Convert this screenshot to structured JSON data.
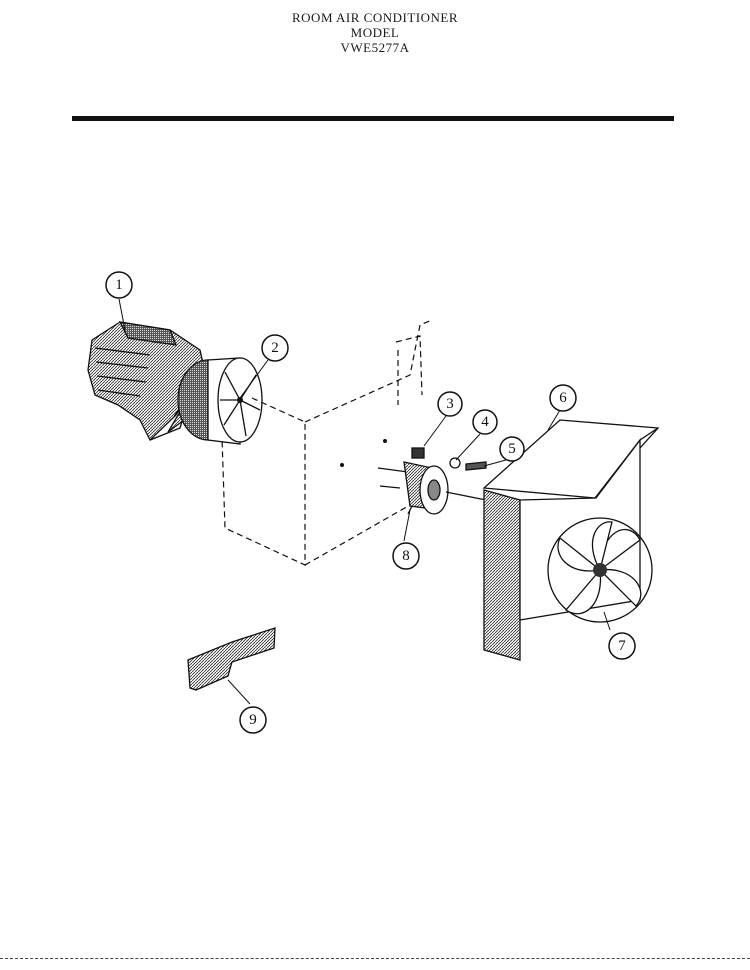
{
  "header": {
    "line1": "ROOM AIR CONDITIONER",
    "line2": "MODEL",
    "line3": "VWE5277A"
  },
  "callouts": [
    "1",
    "2",
    "3",
    "4",
    "5",
    "6",
    "7",
    "8",
    "9"
  ]
}
